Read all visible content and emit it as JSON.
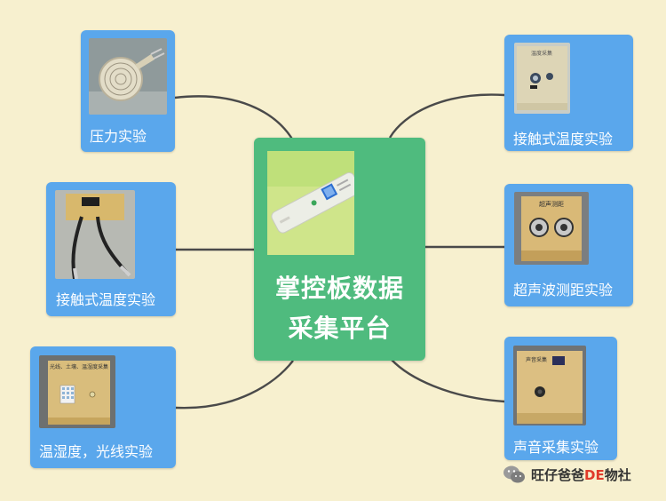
{
  "center": {
    "title_line1": "掌控板数据",
    "title_line2": "采集平台",
    "photo_icon": "handheld-controller-board-photo"
  },
  "nodes": {
    "pressure": {
      "label": "压力实验",
      "photo_icon": "pressure-sensor-photo"
    },
    "contact_temp_left": {
      "label": "接触式温度实验",
      "photo_icon": "temperature-probe-photo"
    },
    "humidity_light": {
      "label": "温湿度，光线实验",
      "photo_icon": "humidity-light-module-photo",
      "module_caption": "光线、土壤、温湿度采集"
    },
    "contact_temp_right": {
      "label": "接触式温度实验",
      "photo_icon": "temperature-module-photo",
      "module_caption": "温度采集"
    },
    "ultrasonic": {
      "label": "超声波测距实验",
      "photo_icon": "ultrasonic-module-photo",
      "module_caption": "超声测距"
    },
    "sound": {
      "label": "声音采集实验",
      "photo_icon": "sound-module-photo",
      "module_caption": "声音采集"
    }
  },
  "watermark": {
    "prefix": "旺仔爸爸",
    "highlight": "DE",
    "suffix": "物社",
    "icon": "wechat-icon"
  },
  "colors": {
    "background": "#f7f0cf",
    "node_blue": "#5aa7ec",
    "center_green": "#4fbb7e",
    "connector": "#4a4a4a"
  }
}
